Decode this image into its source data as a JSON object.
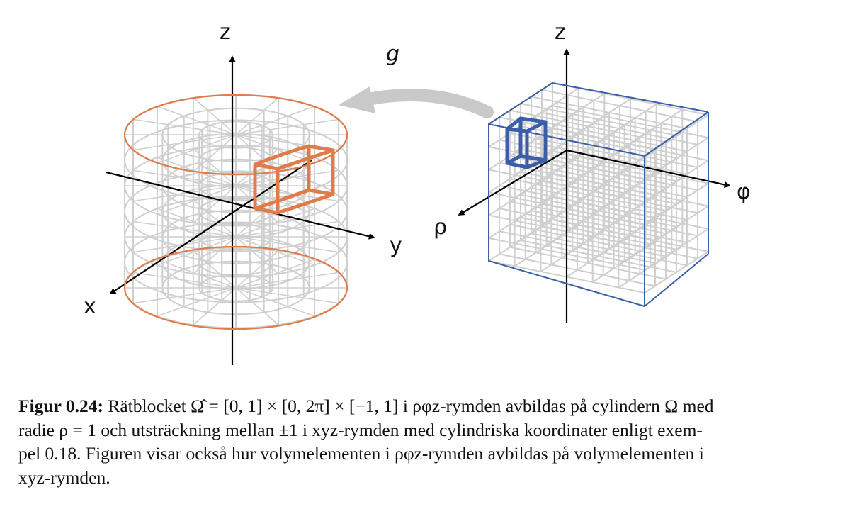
{
  "diagram": {
    "colors": {
      "grid": "#cfcfcf",
      "cylinder_edge": "#e07b4a",
      "cylinder_element": "#e07b4a",
      "box_edge": "#3b5ea8",
      "box_element": "#3b5ea8",
      "arrow": "#c9c9c9",
      "axis": "#000000"
    },
    "cylinder_axes": {
      "z": "z",
      "y": "y",
      "x": "x"
    },
    "box_axes": {
      "z": "z",
      "phi": "φ",
      "rho": "ρ"
    },
    "map_label": "g"
  },
  "caption": {
    "label": "Figur 0.24:",
    "line1": "Rätblocket Ω̂ = [0, 1] × [0, 2π] × [−1, 1] i ρφz-rymden avbildas på cylindern Ω med",
    "line2": "radie ρ = 1 och utsträckning mellan ±1 i xyz-rymden med cylindriska koordinater enligt exem-",
    "line3": "pel 0.18. Figuren visar också hur volymelementen i ρφz-rymden avbildas på volymelementen i",
    "line4": "xyz-rymden."
  }
}
